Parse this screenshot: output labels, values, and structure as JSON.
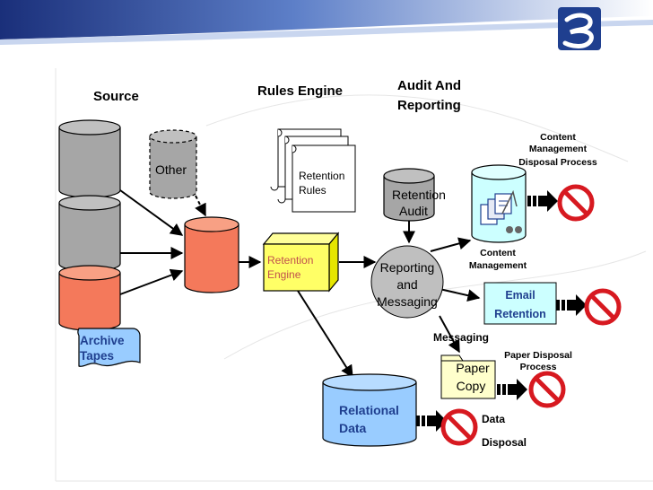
{
  "headers": {
    "source": "Source",
    "rules_engine": "Rules Engine",
    "audit_line1": "Audit And",
    "audit_line2": "Reporting"
  },
  "source": {
    "other": "Other",
    "archive_line1": "Archive",
    "archive_line2": "Tapes"
  },
  "rules": {
    "line1": "Retention",
    "line2": "Rules"
  },
  "engine": {
    "line1": "Retention",
    "line2": "Engine"
  },
  "audit": {
    "line1": "Retention",
    "line2": "Audit"
  },
  "reporting": {
    "line1": "Reporting",
    "line2": "and",
    "line3": "Messaging"
  },
  "content_process": {
    "line1": "Content",
    "line2": "Management",
    "line3": "Disposal Process"
  },
  "content_mgmt": {
    "line1": "Content",
    "line2": "Management"
  },
  "email": {
    "line1": "Email",
    "line2": "Retention"
  },
  "messaging": "Messaging",
  "paper_process": {
    "line1": "Paper Disposal",
    "line2": "Process"
  },
  "paper": {
    "line1": "Paper",
    "line2": "Copy"
  },
  "relational": {
    "line1": "Relational",
    "line2": "Data"
  },
  "data_disposal": {
    "line1": "Data",
    "line2": "Disposal"
  },
  "colors": {
    "header_band": "#1f3f8f",
    "gray_cylinder": "#a6a6a6",
    "salmon": "#f4795b",
    "yellow": "#ffff66",
    "blue_cylinder": "#99ccff",
    "light_cyan": "#ccffff",
    "ellipse_gray": "#bfbfbf",
    "paper_yellow": "#ffffcc",
    "no_sign_red": "#d71920"
  },
  "icons": {
    "logo": "company-logo-icon",
    "no_sign": "prohibited-icon"
  }
}
